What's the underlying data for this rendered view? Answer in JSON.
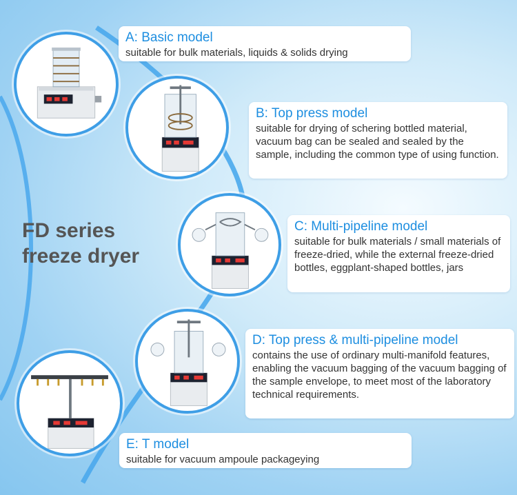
{
  "headline": {
    "line1": "FD series",
    "line2": "freeze dryer"
  },
  "models": [
    {
      "title": "A: Basic model",
      "description": "suitable for bulk materials, liquids & solids drying"
    },
    {
      "title": "B: Top press model",
      "description": "suitable for drying of schering bottled material, vacuum bag can be sealed and sealed by the sample, including the common type of using function."
    },
    {
      "title": "C: Multi-pipeline model",
      "description": "suitable for bulk materials / small materials of freeze-dried, while the external freeze-dried bottles, eggplant-shaped bottles, jars"
    },
    {
      "title": "D: Top press & multi-pipeline model",
      "description": "contains the use of ordinary multi-manifold features, enabling the vacuum bagging of the vacuum bagging of the sample envelope, to meet most of the laboratory technical requirements."
    },
    {
      "title": "E: T model",
      "description": "suitable for vacuum ampoule packageying"
    }
  ],
  "colors": {
    "accent": "#1d8ee0",
    "ring": "#3e9ee6",
    "headline": "#555555",
    "body_text": "#333333"
  }
}
